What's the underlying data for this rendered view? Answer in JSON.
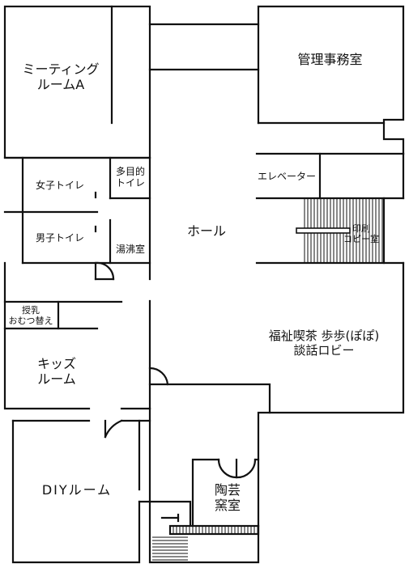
{
  "rooms": {
    "meeting_a": {
      "line1": "ミーティング",
      "line2": "ルームA"
    },
    "office": "管理事務室",
    "multipurpose_toilet": {
      "line1": "多目的",
      "line2": "トイレ"
    },
    "womens_toilet": "女子トイレ",
    "mens_toilet": "男子トイレ",
    "kettle_room": "湯沸室",
    "hall": "ホール",
    "elevator": "エレベーター",
    "print_copy": {
      "line1": "印刷",
      "line2": "コピー室"
    },
    "nursing": {
      "line1": "授乳",
      "line2": "おむつ替え"
    },
    "cafe": {
      "line1": "福祉喫茶 歩歩(ぽぽ)",
      "line2": "談話ロビー"
    },
    "kids_room": {
      "line1": "キッズ",
      "line2": "ルーム"
    },
    "diy_room": "DIYルーム",
    "pottery_kiln": {
      "line1": "陶芸",
      "line2": "窯室"
    }
  },
  "colors": {
    "wall": "#111111",
    "background": "#ffffff"
  }
}
